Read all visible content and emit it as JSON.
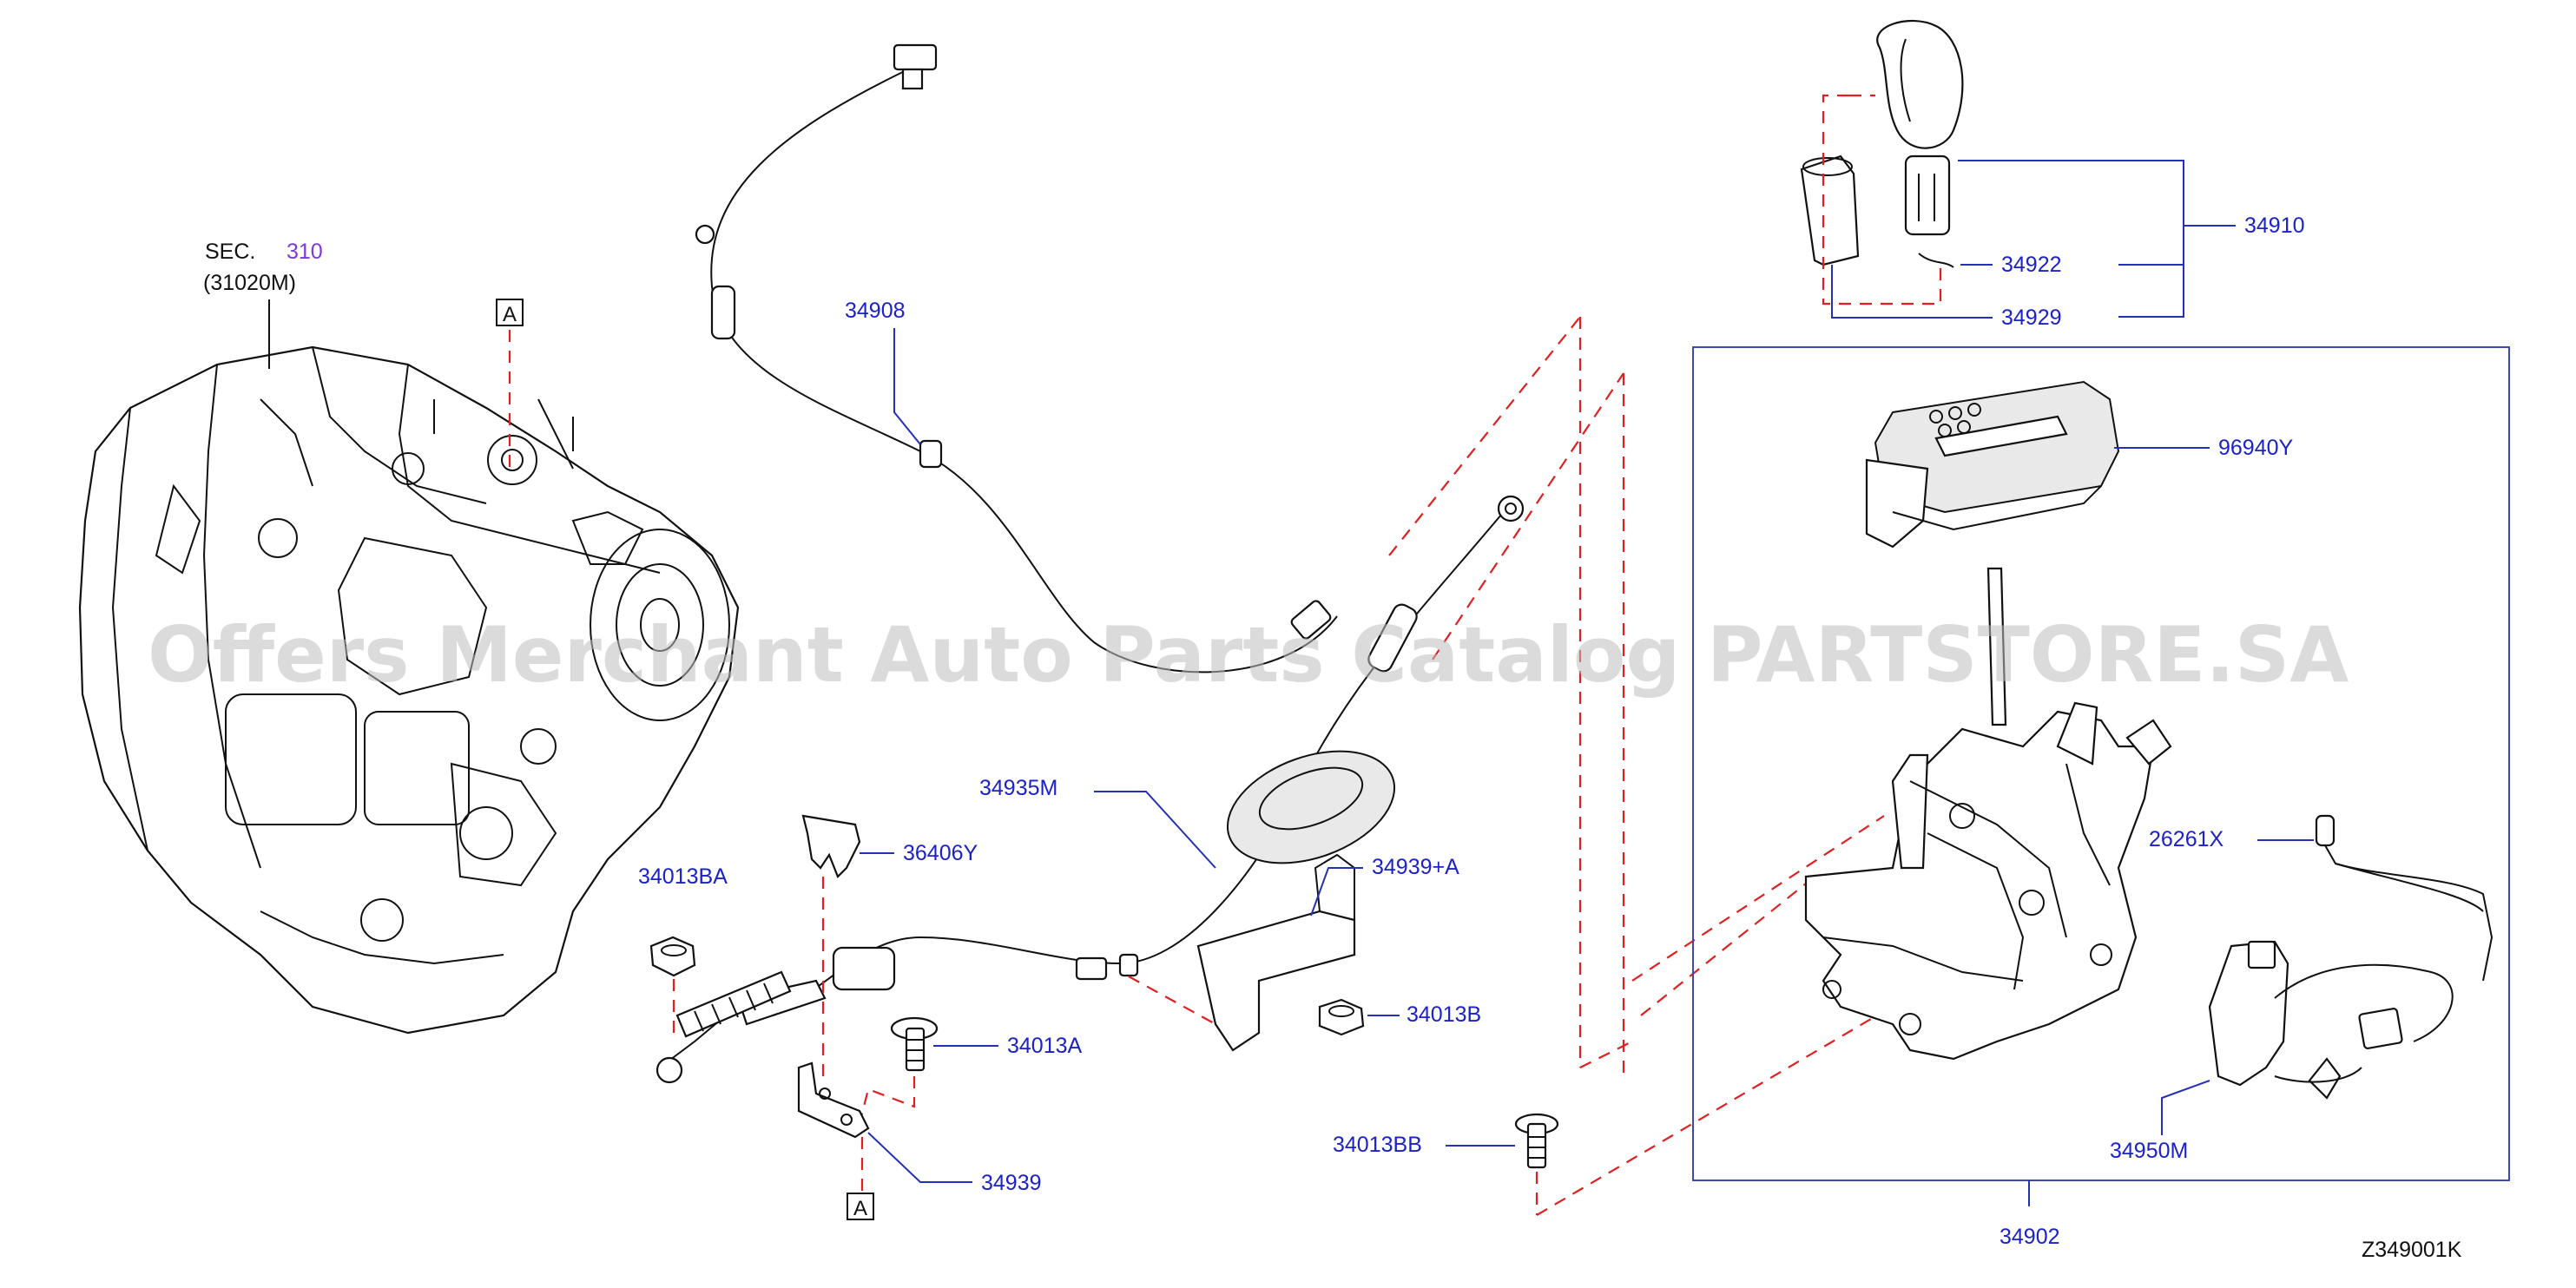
{
  "labels": {
    "sec_prefix": "SEC.",
    "sec_num": "310",
    "sec_sub": "(31020M)",
    "callout_a": "A",
    "p34908": "34908",
    "p34935M": "34935M",
    "p36406Y": "36406Y",
    "p34939A": "34939+A",
    "p34013BA": "34013BA",
    "p34013A": "34013A",
    "p34013B": "34013B",
    "p34939": "34939",
    "p34013BB": "34013BB",
    "p34910": "34910",
    "p34922": "34922",
    "p34929": "34929",
    "p96940Y": "96940Y",
    "p26261X": "26261X",
    "p34950M": "34950M",
    "p34902": "34902",
    "diagram_code": "Z349001K"
  },
  "watermark": "Offers Merchant Auto Parts Catalog PARTSTORE.SA",
  "colors": {
    "part_number": "#1a22c8",
    "section_number": "#7a3bd6",
    "leader": "#2330b8",
    "phantom_line": "#e02020",
    "watermark": "#bdbdbd"
  }
}
